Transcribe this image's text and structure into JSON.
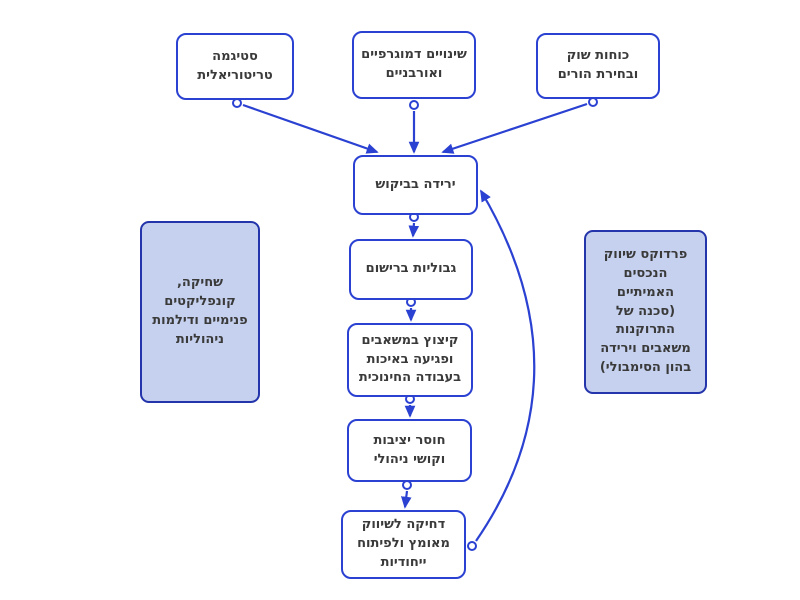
{
  "colors": {
    "accent": "#2b41d2",
    "note_border": "#2434ab",
    "note_fill": "#c5d1ee",
    "text": "#3a3a3a",
    "background": "#ffffff"
  },
  "nodes": {
    "stigma": {
      "label": "סטיגמה\nטריטוריאלית"
    },
    "demographic": {
      "label": "שינויים דמוגרפיים\nואורבניים"
    },
    "market": {
      "label": "כוחות שוק\nובחירת הורים"
    },
    "demand": {
      "label": "ירידה בביקוש"
    },
    "registration": {
      "label": "גבוליות ברישום"
    },
    "cuts": {
      "label": "קיצוץ במשאבים\nופגיעה באיכות\nבעבודה החינוכית"
    },
    "instability": {
      "label": "חוסר יציבות\nוקושי ניהולי"
    },
    "marketing": {
      "label": "דחיקה לשיווק\nמאומץ ולפיתוח\nייחודיות"
    }
  },
  "notes": {
    "burnout": {
      "label": "שחיקה,\nקונפליקטים\nפנימיים ודילמות\nניהוליות"
    },
    "paradox": {
      "label": "פרדוקס שיווק\nהנכסים\nהאמיתיים\n(סכנה של\nהתרוקנות\nמשאבים וירידה\nבהון הסימבולי)"
    }
  },
  "edges": [
    {
      "from": "stigma",
      "to": "demand",
      "style": "straight"
    },
    {
      "from": "demographic",
      "to": "demand",
      "style": "straight"
    },
    {
      "from": "market",
      "to": "demand",
      "style": "straight"
    },
    {
      "from": "demand",
      "to": "registration",
      "style": "straight"
    },
    {
      "from": "registration",
      "to": "cuts",
      "style": "straight"
    },
    {
      "from": "cuts",
      "to": "instability",
      "style": "straight"
    },
    {
      "from": "instability",
      "to": "marketing",
      "style": "straight"
    },
    {
      "from": "marketing",
      "to": "demand",
      "style": "curved-feedback"
    }
  ]
}
